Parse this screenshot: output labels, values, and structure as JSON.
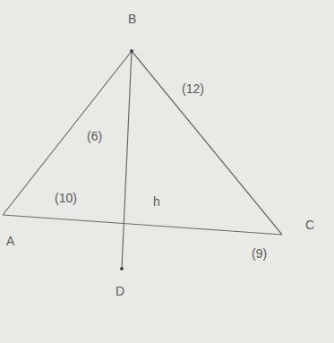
{
  "diagram": {
    "labels": [
      "B",
      "(12)",
      "(6)",
      "(10)",
      "h",
      "A",
      "C",
      "(9)",
      "D"
    ]
  }
}
